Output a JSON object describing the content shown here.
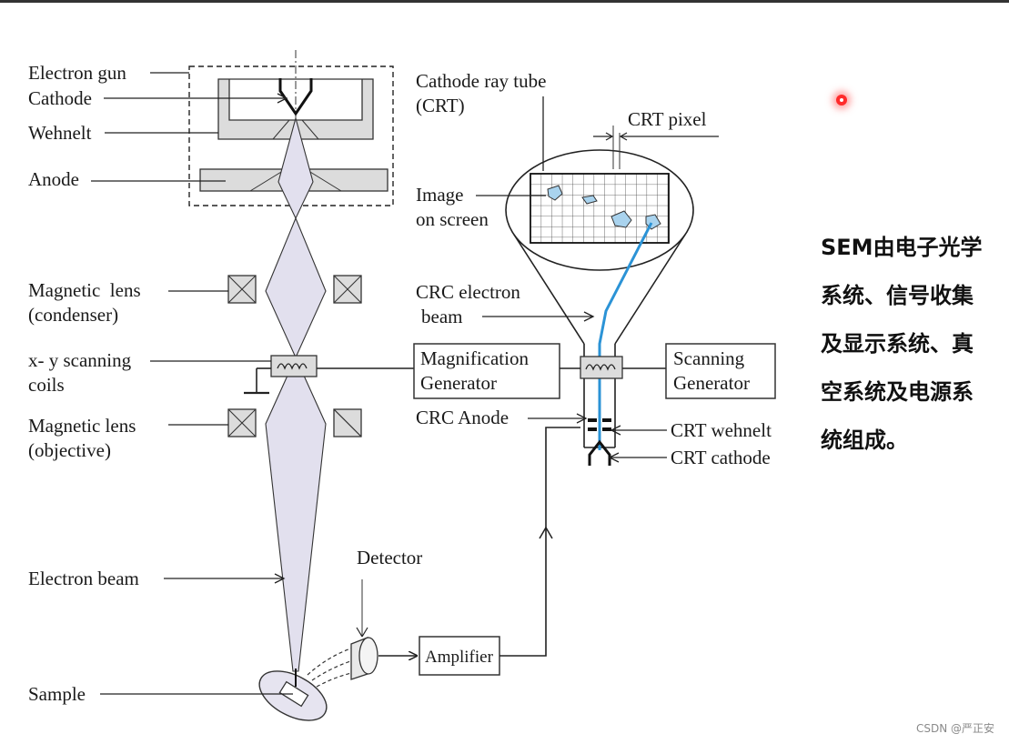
{
  "labels": {
    "electron_gun": "Electron gun",
    "cathode": "Cathode",
    "wehnelt": "Wehnelt",
    "anode": "Anode",
    "condenser_1": "Magnetic  lens",
    "condenser_2": "(condenser)",
    "coils_1": "x- y scanning",
    "coils_2": "coils",
    "objective_1": "Magnetic lens",
    "objective_2": "(objective)",
    "electron_beam": "Electron beam",
    "sample": "Sample",
    "detector": "Detector",
    "amplifier": "Amplifier",
    "crt_1": "Cathode ray tube",
    "crt_2": "(CRT)",
    "crt_pixel": "CRT pixel",
    "image_1": "Image",
    "image_2": "on screen",
    "crc_beam_1": "CRC electron",
    "crc_beam_2": "beam",
    "magnification_1": "Magnification",
    "magnification_2": "Generator",
    "scanning_1": "Scanning",
    "scanning_2": "Generator",
    "crc_anode": "CRC Anode",
    "crt_wehnelt": "CRT wehnelt",
    "crt_cathode": "CRT cathode"
  },
  "summary": "SEM由电子光学系统、信号收集及显示系统、真空系统及电源系统组成。",
  "watermark": "CSDN @严正安",
  "colors": {
    "beam_lens": "#e2e0ee",
    "crt_beam": "#2b93d6",
    "image_spots": "#a9d3ee",
    "laser_pointer": "#ff2b2b"
  }
}
